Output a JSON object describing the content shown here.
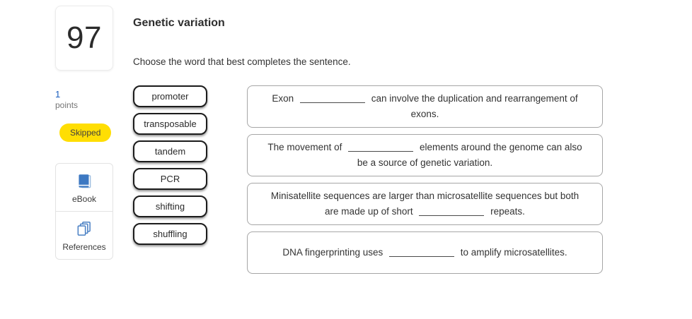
{
  "colors": {
    "accent_blue": "#1a5dbe",
    "status_yellow": "#ffde03",
    "icon_blue": "#3c78c2"
  },
  "question": {
    "number": "97",
    "points_value": "1",
    "points_label": "points",
    "status_badge": "Skipped",
    "title": "Genetic variation",
    "instruction": "Choose the word that best completes the sentence."
  },
  "sidebar": {
    "tools": [
      {
        "label": "eBook",
        "icon": "book-icon"
      },
      {
        "label": "References",
        "icon": "pages-icon"
      }
    ]
  },
  "word_bank": [
    "promoter",
    "transposable",
    "tandem",
    "PCR",
    "shifting",
    "shuffling"
  ],
  "sentences": [
    {
      "pre": "Exon",
      "post": "can involve the duplication and rearrangement of exons."
    },
    {
      "pre": "The movement of",
      "post": "elements around the genome can also be a source of genetic variation."
    },
    {
      "pre": "Minisatellite sequences are larger than microsatellite sequences but both are made up of short",
      "post": "repeats."
    },
    {
      "pre": "DNA fingerprinting uses",
      "post": "to amplify microsatellites."
    }
  ]
}
